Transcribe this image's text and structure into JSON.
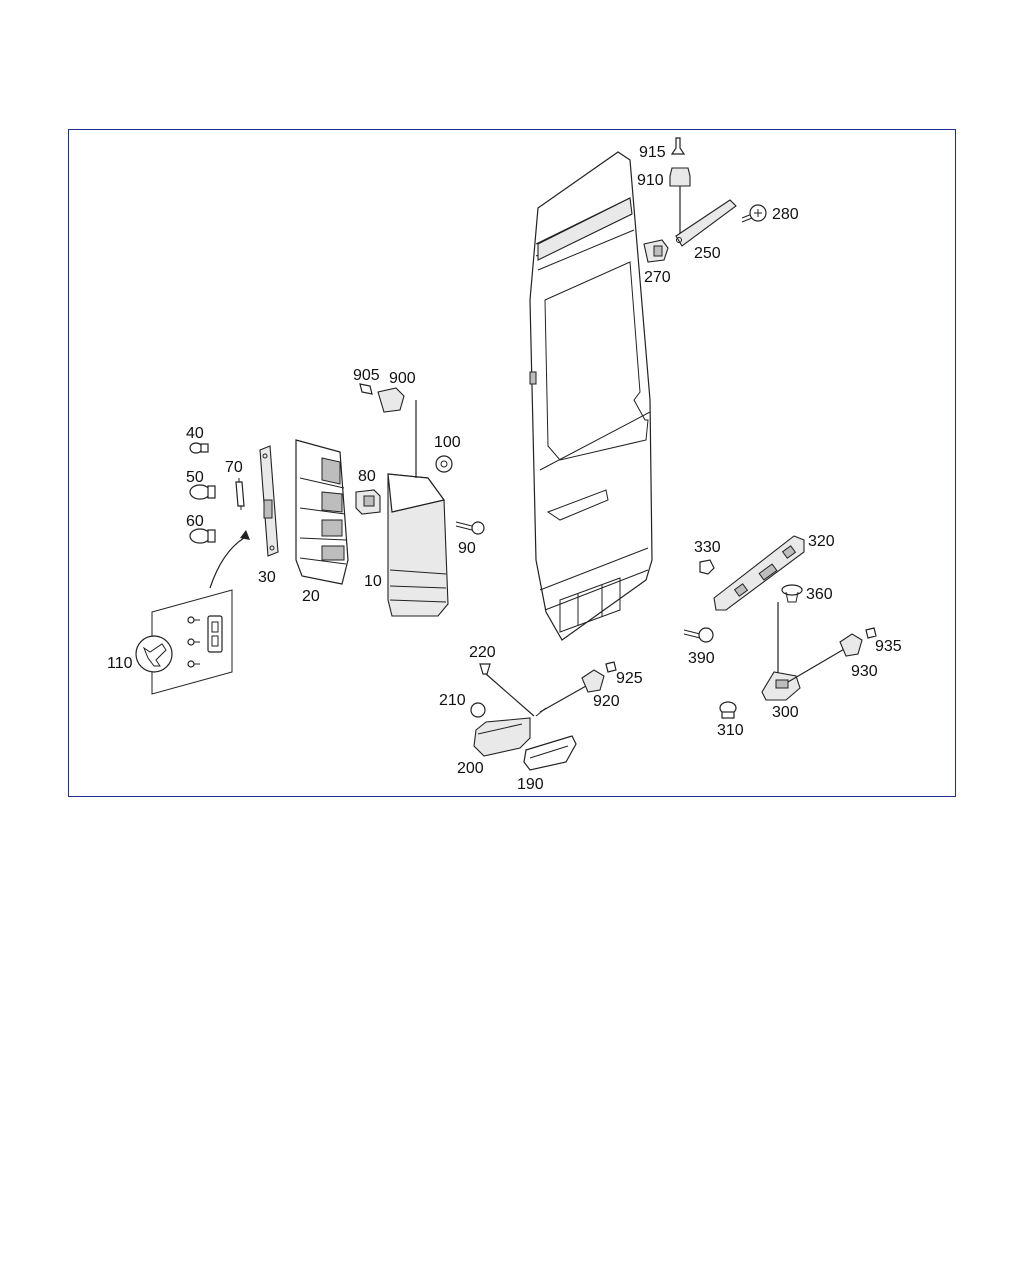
{
  "diagram": {
    "accent_color": "#1f2f8f",
    "labels": {
      "p10": "10",
      "p20": "20",
      "p30": "30",
      "p40": "40",
      "p50": "50",
      "p60": "60",
      "p70": "70",
      "p80": "80",
      "p90": "90",
      "p100": "100",
      "p110": "110",
      "p190": "190",
      "p200": "200",
      "p210": "210",
      "p220": "220",
      "p250": "250",
      "p270": "270",
      "p280": "280",
      "p300": "300",
      "p310": "310",
      "p320": "320",
      "p330": "330",
      "p360": "360",
      "p390": "390",
      "p900": "900",
      "p905": "905",
      "p910": "910",
      "p915": "915",
      "p920": "920",
      "p925": "925",
      "p930": "930",
      "p935": "935"
    }
  }
}
